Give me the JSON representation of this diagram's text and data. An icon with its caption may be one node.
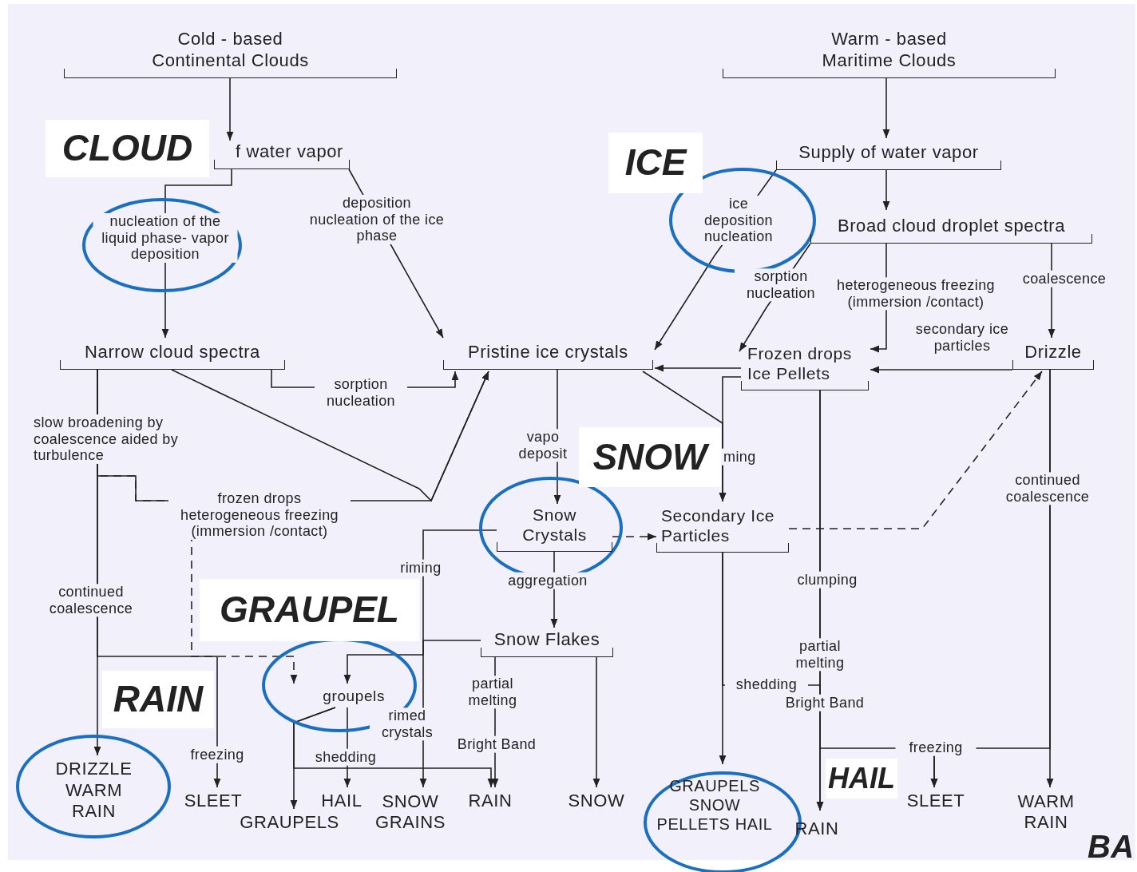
{
  "diagram": {
    "nodes": [
      {
        "text": [
          "Cold - based Continental Clouds"
        ]
      },
      {
        "text": [
          "f water vapor"
        ]
      },
      {
        "text": [
          "Warm - based Maritime Clouds"
        ]
      },
      {
        "text": [
          "Supply of water vapor"
        ]
      },
      {
        "text": [
          "Broad cloud droplet spectra"
        ]
      },
      {
        "text": [
          "Narrow cloud spectra"
        ]
      },
      {
        "text": [
          "Pristine ice crystals"
        ]
      },
      {
        "text": [
          "Frozen drops Ice Pellets"
        ]
      },
      {
        "text": [
          "Drizzle"
        ]
      },
      {
        "text": [
          "Snow Crystals"
        ]
      },
      {
        "text": [
          "Secondary Ice Particles"
        ]
      },
      {
        "text": [
          "Snow Flakes"
        ]
      },
      {
        "text": [
          "groupels"
        ]
      },
      {
        "text": [
          "DRIZZLE WARM RAIN"
        ]
      },
      {
        "text": [
          "SLEET"
        ]
      },
      {
        "text": [
          "GRAUPELS"
        ]
      },
      {
        "text": [
          "HAIL"
        ]
      },
      {
        "text": [
          "SNOW GRAINS"
        ]
      },
      {
        "text": [
          "RAIN"
        ]
      },
      {
        "text": [
          "SNOW"
        ]
      },
      {
        "text": [
          "GRAUPELS SNOW PELLETS HAIL"
        ]
      },
      {
        "text": [
          "RAIN"
        ]
      },
      {
        "text": [
          "SLEET"
        ]
      },
      {
        "text": [
          "WARM RAIN"
        ]
      },
      {
        "text": [
          "CLOUD"
        ]
      },
      {
        "text": [
          "ICE"
        ]
      },
      {
        "text": [
          "SNOW"
        ]
      },
      {
        "text": [
          "GRAUPEL"
        ]
      },
      {
        "text": [
          "RAIN"
        ]
      },
      {
        "text": [
          "HAIL"
        ]
      }
    ],
    "edges": [
      {
        "from": 0,
        "to": 1,
        "arrow": "to"
      },
      {
        "from": 1,
        "to": 5,
        "arrow": "to",
        "label": "nucleation of the liquid phase- vapor deposition"
      },
      {
        "from": 1,
        "to": 6,
        "arrow": "to",
        "label": "deposition nucleation of the ice phase"
      },
      {
        "from": 5,
        "to": 6,
        "arrow": "to",
        "label": "sorption nucleation"
      },
      {
        "from": 5,
        "to": 6,
        "arrow": "to"
      },
      {
        "from": 5,
        "to": 6,
        "arrow": "to",
        "label": "frozen drops heterogeneous freezing (immersion /contact)"
      },
      {
        "from": 5,
        "to": 12,
        "arrow": "to",
        "style": "dashed"
      },
      {
        "from": 5,
        "to": 13,
        "arrow": "to",
        "label": "slow broadening by coalescence aided by turbulence"
      },
      {
        "from": 5,
        "to": 14,
        "arrow": "to",
        "label": "freezing"
      },
      {
        "from": 2,
        "to": 3,
        "arrow": "to"
      },
      {
        "from": 3,
        "to": 4,
        "arrow": "to"
      },
      {
        "from": 3,
        "to": 6,
        "arrow": "to",
        "label": "ice deposition nucleation"
      },
      {
        "from": 4,
        "to": 7,
        "arrow": "to",
        "label": "sorption nucleation"
      },
      {
        "from": 4,
        "to": 7,
        "arrow": "to",
        "label": "heterogeneous freezing (immersion /contact)"
      },
      {
        "from": 4,
        "to": 8,
        "arrow": "to",
        "label": "coalescence"
      },
      {
        "from": 8,
        "to": 7,
        "arrow": "to"
      },
      {
        "from": 7,
        "to": 6,
        "arrow": "to"
      },
      {
        "from": 7,
        "to": 10,
        "arrow": "to",
        "label": "ming"
      },
      {
        "from": 6,
        "to": 10,
        "arrow": "to"
      },
      {
        "from": 6,
        "to": 9,
        "arrow": "to",
        "label": "vapo deposit"
      },
      {
        "from": 9,
        "to": 12,
        "arrow": "to",
        "label": "riming"
      },
      {
        "from": 11,
        "to": 17,
        "arrow": "to",
        "label": "rimed crystals"
      },
      {
        "from": 12,
        "to": 15,
        "arrow": "to"
      },
      {
        "from": 12,
        "to": 16,
        "arrow": "to"
      },
      {
        "from": 12,
        "to": 18,
        "arrow": "to",
        "label": "shedding"
      },
      {
        "from": 9,
        "to": 11,
        "arrow": "to",
        "label": "aggregation"
      },
      {
        "from": 9,
        "to": 10,
        "arrow": "to",
        "style": "dashed"
      },
      {
        "from": 11,
        "to": 18,
        "arrow": "to",
        "label": "partial melting"
      },
      {
        "from": 11,
        "to": 19,
        "arrow": "to"
      },
      {
        "from": 10,
        "to": 20,
        "arrow": "to"
      },
      {
        "from": 10,
        "to": 21,
        "arrow": "to",
        "label": "shedding"
      },
      {
        "from": 7,
        "to": 21,
        "arrow": "to",
        "label": "clumping"
      },
      {
        "from": 8,
        "to": 23,
        "arrow": "to",
        "label": "continued coalescence"
      },
      {
        "from": 8,
        "to": 22,
        "arrow": "to",
        "label": "freezing"
      },
      {
        "from": 7,
        "to": 22,
        "arrow": "to"
      },
      {
        "from": 10,
        "to": 8,
        "arrow": "to",
        "style": "dashed"
      }
    ],
    "labels": [
      "secondary ice particles",
      "continued coalescence",
      "partial melting",
      "Bright Band",
      "Bright Band",
      "BA"
    ]
  }
}
